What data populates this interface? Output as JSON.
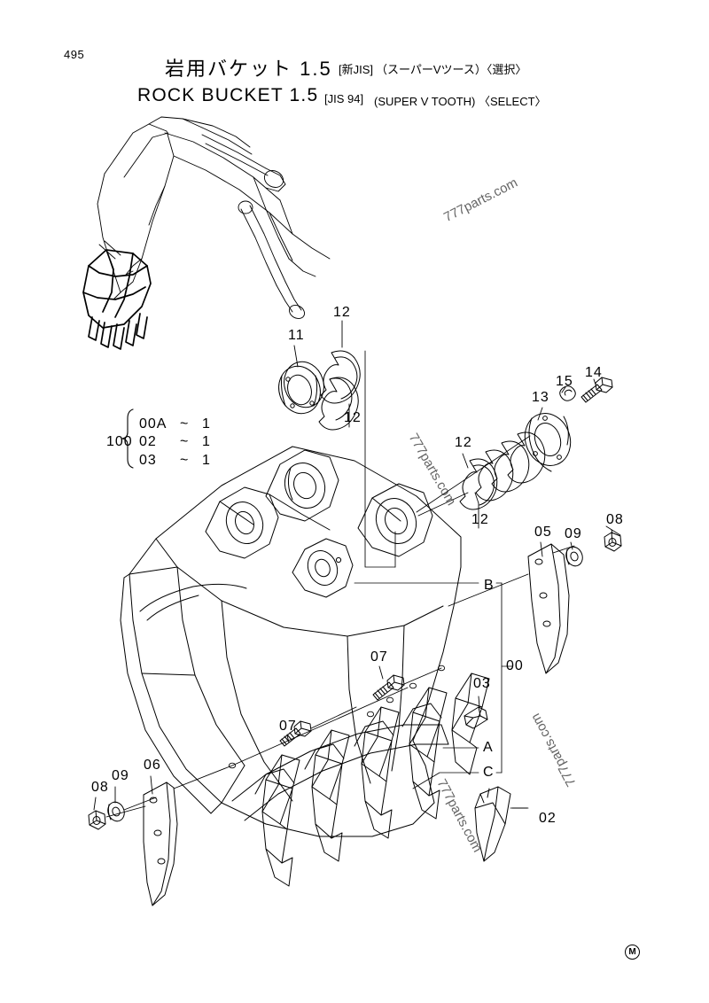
{
  "page": {
    "number": "495",
    "footer_mark": "M"
  },
  "title": {
    "jp_main": "岩用バケット 1.5",
    "jp_jis": "[新JIS]",
    "jp_note": "（スーパーVツース）〈選択〉",
    "en_main": "ROCK  BUCKET  1.5",
    "en_jis": "[JIS 94]",
    "en_note": "(SUPER V TOOTH) 〈SELECT〉"
  },
  "quantity_table": {
    "group": "100",
    "rows": [
      {
        "item": "00A",
        "tilde": "~",
        "qty": "1"
      },
      {
        "item": "02",
        "tilde": "~",
        "qty": "1"
      },
      {
        "item": "03",
        "tilde": "~",
        "qty": "1"
      }
    ]
  },
  "callouts": [
    {
      "id": "c11",
      "label": "11"
    },
    {
      "id": "c12a",
      "label": "12"
    },
    {
      "id": "c12b",
      "label": "12"
    },
    {
      "id": "c12c",
      "label": "12"
    },
    {
      "id": "c12d",
      "label": "12"
    },
    {
      "id": "c13",
      "label": "13"
    },
    {
      "id": "c14",
      "label": "14"
    },
    {
      "id": "c15",
      "label": "15"
    },
    {
      "id": "c05",
      "label": "05"
    },
    {
      "id": "c08r",
      "label": "08"
    },
    {
      "id": "c09r",
      "label": "09"
    },
    {
      "id": "c08l",
      "label": "08"
    },
    {
      "id": "c09l",
      "label": "09"
    },
    {
      "id": "c06",
      "label": "06"
    },
    {
      "id": "c07a",
      "label": "07"
    },
    {
      "id": "c07b",
      "label": "07"
    },
    {
      "id": "c03",
      "label": "03"
    },
    {
      "id": "c02",
      "label": "02"
    },
    {
      "id": "cA",
      "label": "A"
    },
    {
      "id": "cB",
      "label": "B"
    },
    {
      "id": "cC",
      "label": "C"
    },
    {
      "id": "c00",
      "label": "00"
    }
  ],
  "watermarks": [
    {
      "id": "wm1",
      "text": "777parts.com"
    },
    {
      "id": "wm2",
      "text": "777parts.com"
    },
    {
      "id": "wm3",
      "text": "777parts.com"
    },
    {
      "id": "wm4",
      "text": "777parts.com"
    }
  ]
}
